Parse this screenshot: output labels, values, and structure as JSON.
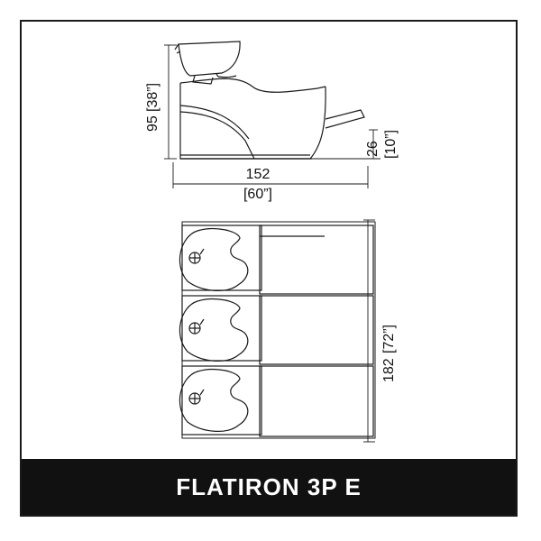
{
  "side_view": {
    "height_metric": "95",
    "height_imperial": "[38”]",
    "seat_height_metric": "26",
    "seat_height_imperial": "[10”]",
    "length_metric": "152",
    "length_imperial": "[60”]"
  },
  "top_view": {
    "stations": 3,
    "width_metric": "182",
    "width_imperial": "[72”]"
  },
  "banner": {
    "title": "FLATIRON 3P E"
  },
  "colors": {
    "line": "#1a1a1a",
    "banner_background": "#111111",
    "banner_text": "#ffffff"
  }
}
